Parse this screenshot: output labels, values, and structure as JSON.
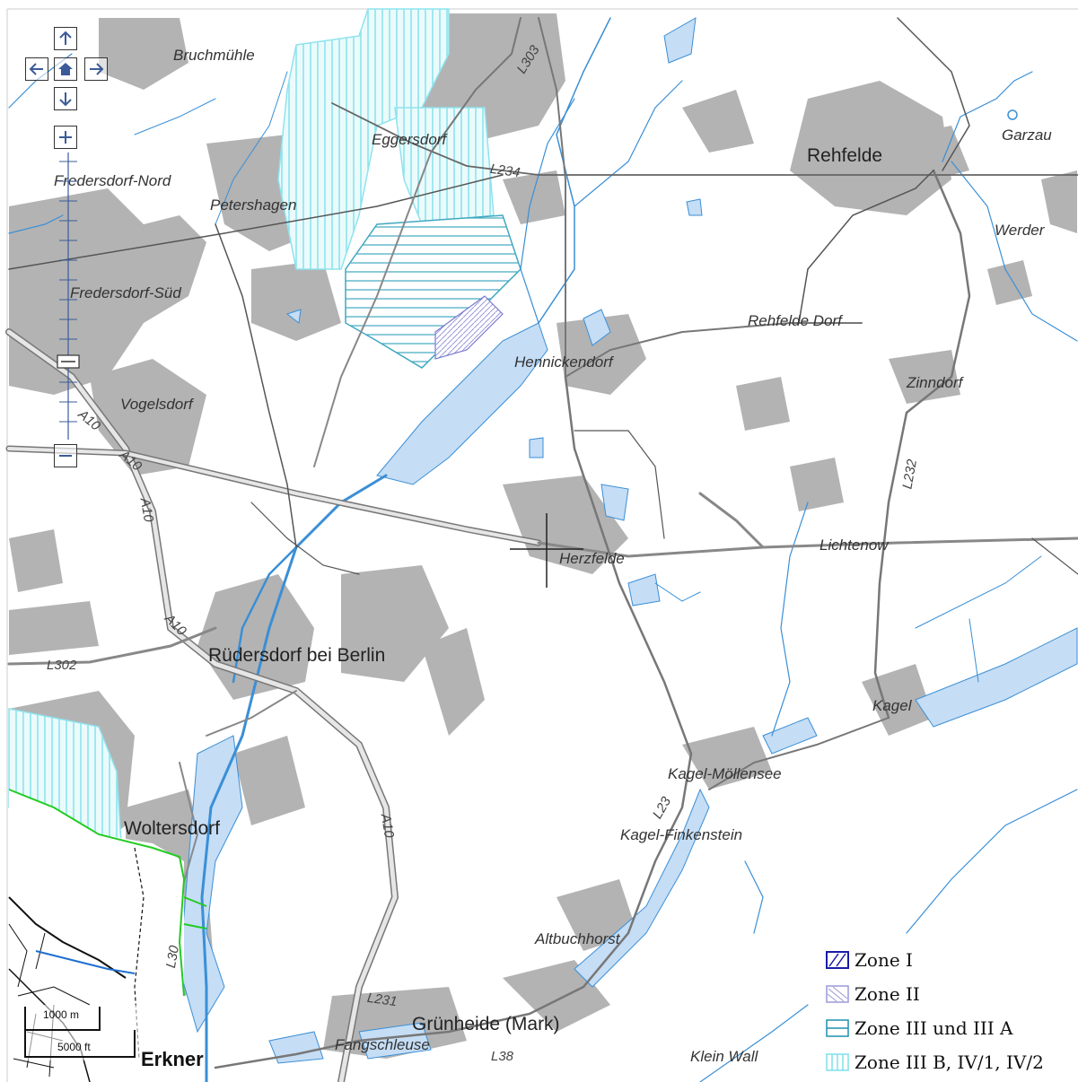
{
  "map": {
    "places": {
      "bruchmuehle": "Bruchmühle",
      "eggersdorf": "Eggersdorf",
      "rehfelde": "Rehfelde",
      "garzau": "Garzau",
      "fredersdorf_nord": "Fredersdorf-Nord",
      "petershagen": "Petershagen",
      "werder": "Werder",
      "fredersdorf_sued": "Fredersdorf-Süd",
      "rehfelde_dorf": "Rehfelde Dorf",
      "hennickendorf": "Hennickendorf",
      "zinndorf": "Zinndorf",
      "vogelsdorf": "Vogelsdorf",
      "herzfelde": "Herzfelde",
      "lichtenow": "Lichtenow",
      "ruedersdorf": "Rüdersdorf bei Berlin",
      "kagel": "Kagel",
      "kagel_moellensee": "Kagel-Möllensee",
      "woltersdorf": "Woltersdorf",
      "kagel_finkenstein": "Kagel-Finkenstein",
      "altbuchhorst": "Altbuchhorst",
      "gruenheide": "Grünheide (Mark)",
      "fangschleuse": "Fangschleuse",
      "erkner": "Erkner",
      "klein_wall": "Klein Wall"
    },
    "roads": {
      "l303": "L303",
      "l234": "L234",
      "a10_1": "A10",
      "a10_2": "A10",
      "a10_3": "A10",
      "a10_4": "A10",
      "a10_5": "A10",
      "l232": "L232",
      "l302": "L302",
      "l23": "L23",
      "l30": "L30",
      "l231": "L231",
      "l38": "L38"
    },
    "scale": {
      "metric": "1000 m",
      "imperial": "5000 ft"
    },
    "colors": {
      "water": "#c5ddf5",
      "settlement": "#b3b3b3",
      "river": "#3a8fd6",
      "road": "#888888",
      "zone3": "#40a8c0",
      "zone3b": "#8fe3ee"
    }
  },
  "legend": {
    "items": [
      {
        "label": "Zone I",
        "color": "#1a1aa8"
      },
      {
        "label": "Zone II",
        "color": "#9a9ad8"
      },
      {
        "label": "Zone III und III A",
        "color": "#1f8fb0"
      },
      {
        "label": "Zone III B, IV/1, IV/2",
        "color": "#7fe0ea"
      }
    ]
  },
  "controls": {
    "pan_up": "arrow-up-icon",
    "pan_left": "arrow-left-icon",
    "pan_home": "home-icon",
    "pan_right": "arrow-right-icon",
    "pan_down": "arrow-down-icon",
    "zoom_in": "plus-icon",
    "zoom_out": "minus-icon"
  }
}
